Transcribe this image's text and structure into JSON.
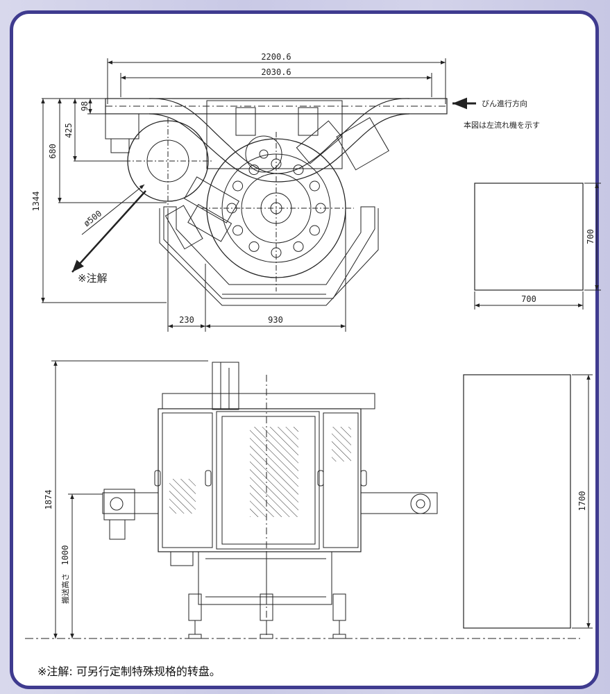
{
  "top_view": {
    "dim_overall_width": "2200.6",
    "dim_inner_width": "2030.6",
    "dim_98": "98",
    "dim_425": "425",
    "dim_680": "680",
    "dim_1344": "1344",
    "dim_diameter": "ø500",
    "dim_230": "230",
    "dim_930": "930",
    "flow_direction_label": "びん進行方向",
    "left_flow_note": "本図は左流れ機を示す",
    "annotation_mark": "※注解"
  },
  "footprint_top": {
    "width": "700",
    "height": "700"
  },
  "side_view": {
    "dim_total_height": "1874",
    "dim_conveyor_height": "1000",
    "conveyor_height_label": "搬送高さ"
  },
  "footprint_side": {
    "height": "1700"
  },
  "footnote": "※注解: 可另行定制特殊规格的转盘。"
}
